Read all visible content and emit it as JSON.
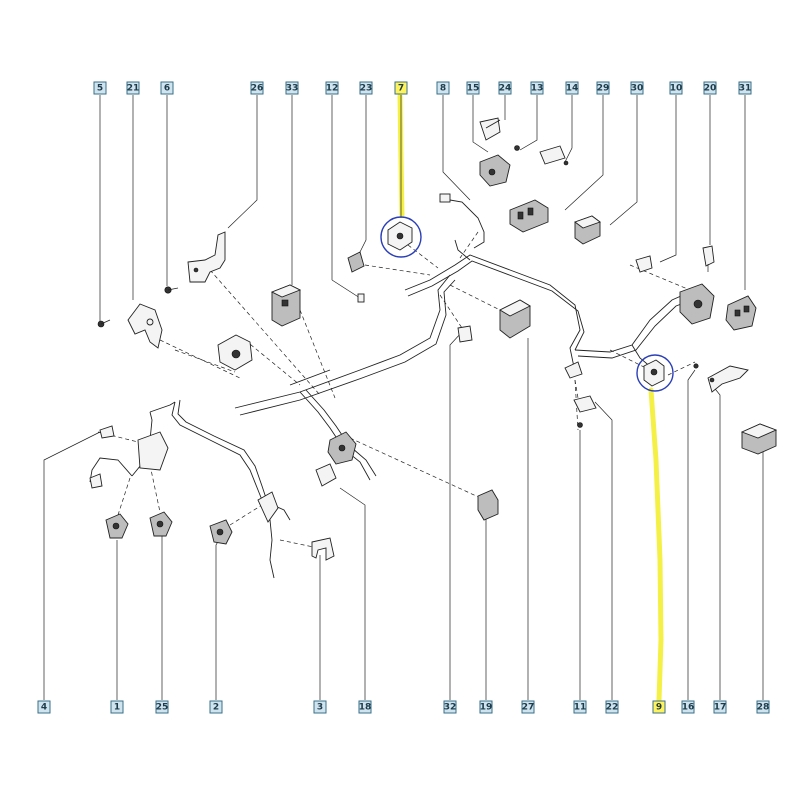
{
  "diagram": {
    "top_callouts": [
      "5",
      "21",
      "6",
      "26",
      "33",
      "12",
      "23",
      "7",
      "8",
      "15",
      "24",
      "13",
      "14",
      "29",
      "30",
      "10",
      "20",
      "31"
    ],
    "bottom_callouts": [
      "4",
      "1",
      "25",
      "2",
      "3",
      "18",
      "32",
      "19",
      "27",
      "11",
      "22",
      "9",
      "16",
      "17",
      "28"
    ],
    "highlighted_callouts": [
      "7",
      "9"
    ],
    "highlight_color": "#fff35c",
    "circle_color": "#2a3fb8"
  }
}
